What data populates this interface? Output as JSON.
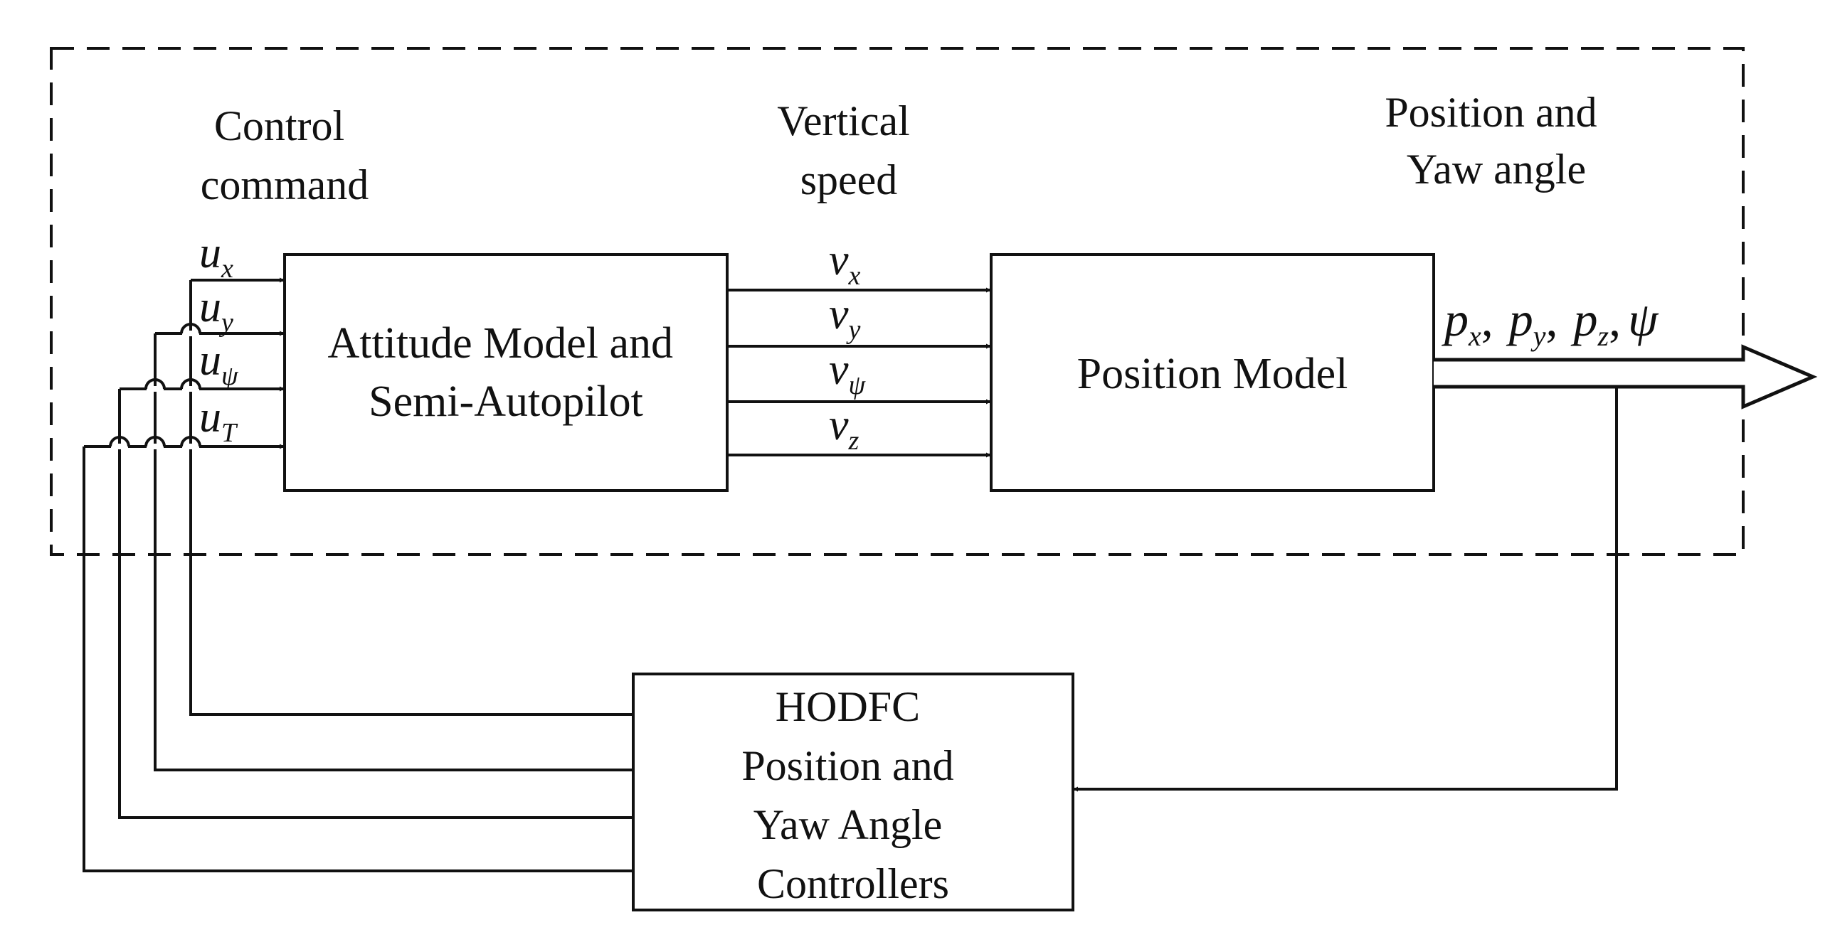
{
  "labels": {
    "control_command": [
      "Control",
      "command"
    ],
    "vertical_speed": [
      "Vertical",
      "speed"
    ],
    "position_yaw": [
      "Position and",
      "Yaw angle"
    ]
  },
  "blocks": {
    "attitude": [
      "Attitude Model and",
      "Semi-Autopilot"
    ],
    "position": [
      "Position Model"
    ],
    "controller": [
      "HODFC",
      "Position and",
      "Yaw Angle",
      "Controllers"
    ]
  },
  "inputs": [
    {
      "symbol": "u",
      "sub": "x"
    },
    {
      "symbol": "u",
      "sub": "y"
    },
    {
      "symbol": "u",
      "sub": "ψ"
    },
    {
      "symbol": "u",
      "sub": "T"
    }
  ],
  "speeds": [
    {
      "symbol": "v",
      "sub": "x"
    },
    {
      "symbol": "v",
      "sub": "y"
    },
    {
      "symbol": "v",
      "sub": "ψ"
    },
    {
      "symbol": "v",
      "sub": "z"
    }
  ],
  "outputs": {
    "p_symbol": "p",
    "p_subs": [
      "x",
      "y",
      "z"
    ],
    "separator": ",",
    "psi": "ψ"
  }
}
